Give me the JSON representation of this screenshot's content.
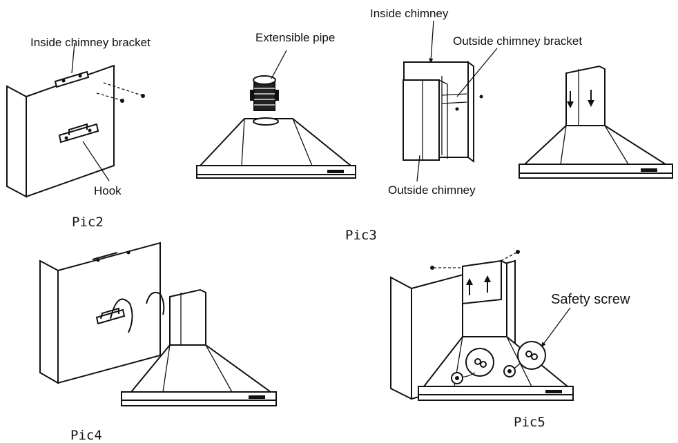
{
  "labels": {
    "inside_chimney_bracket": "Inside chimney bracket",
    "hook": "Hook",
    "extensible_pipe": "Extensible pipe",
    "inside_chimney": "Inside chimney",
    "outside_chimney_bracket": "Outside chimney bracket",
    "outside_chimney": "Outside chimney",
    "safety_screw": "Safety screw"
  },
  "captions": {
    "pic2": "Pic2",
    "pic3": "Pic3",
    "pic4": "Pic4",
    "pic5": "Pic5"
  }
}
